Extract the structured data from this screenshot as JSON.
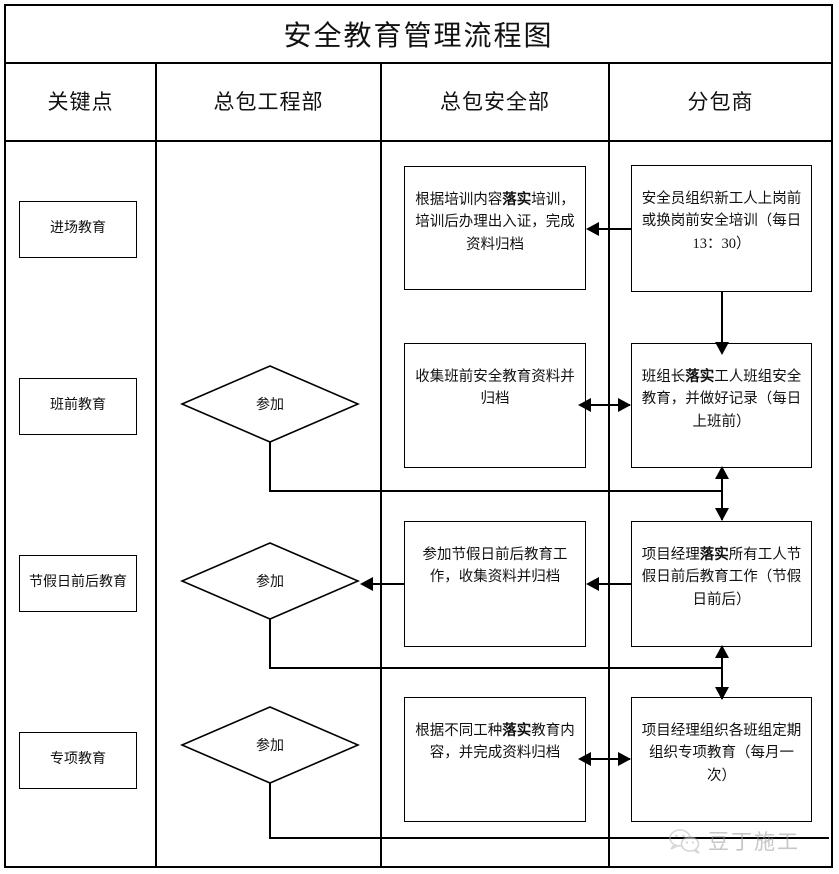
{
  "title": "安全教育管理流程图",
  "columns": [
    {
      "label": "关键点"
    },
    {
      "label": "总包工程部"
    },
    {
      "label": "总包安全部"
    },
    {
      "label": "分包商"
    }
  ],
  "rows": [
    {
      "key_point": "进场教育",
      "gc_label": "",
      "safety_text_pre": "根据培训内容",
      "safety_text_bold": "落实",
      "safety_text_post": "培训，培训后办理出入证，完成资料归档",
      "sub_text_pre": "安全员组织新工人上岗前或换岗前安全培训（每日13：30）",
      "sub_text_bold": "",
      "sub_text_post": ""
    },
    {
      "key_point": "班前教育",
      "gc_label": "参加",
      "safety_text_pre": "收集班前安全教育资料并归档",
      "safety_text_bold": "",
      "safety_text_post": "",
      "sub_text_pre": "班组长",
      "sub_text_bold": "落实",
      "sub_text_post": "工人班组安全教育，并做好记录（每日上班前）"
    },
    {
      "key_point": "节假日前后教育",
      "gc_label": "参加",
      "safety_text_pre": "参加节假日前后教育工作，收集资料并归档",
      "safety_text_bold": "",
      "safety_text_post": "",
      "sub_text_pre": "项目经理",
      "sub_text_bold": "落实",
      "sub_text_post": "所有工人节假日前后教育工作（节假日前后）"
    },
    {
      "key_point": "专项教育",
      "gc_label": "参加",
      "safety_text_pre": "根据不同工种",
      "safety_text_bold": "落实",
      "safety_text_post": "教育内容，并完成资料归档",
      "sub_text_pre": "项目经理组织各班组定期组织专项教育（每月一次）",
      "sub_text_bold": "",
      "sub_text_post": ""
    }
  ],
  "watermark": {
    "text": "豆丁施工",
    "icon": "wechat-icon"
  },
  "colors": {
    "line": "#000000",
    "text": "#111111",
    "background": "#ffffff",
    "watermark": "#9a9a9a"
  }
}
